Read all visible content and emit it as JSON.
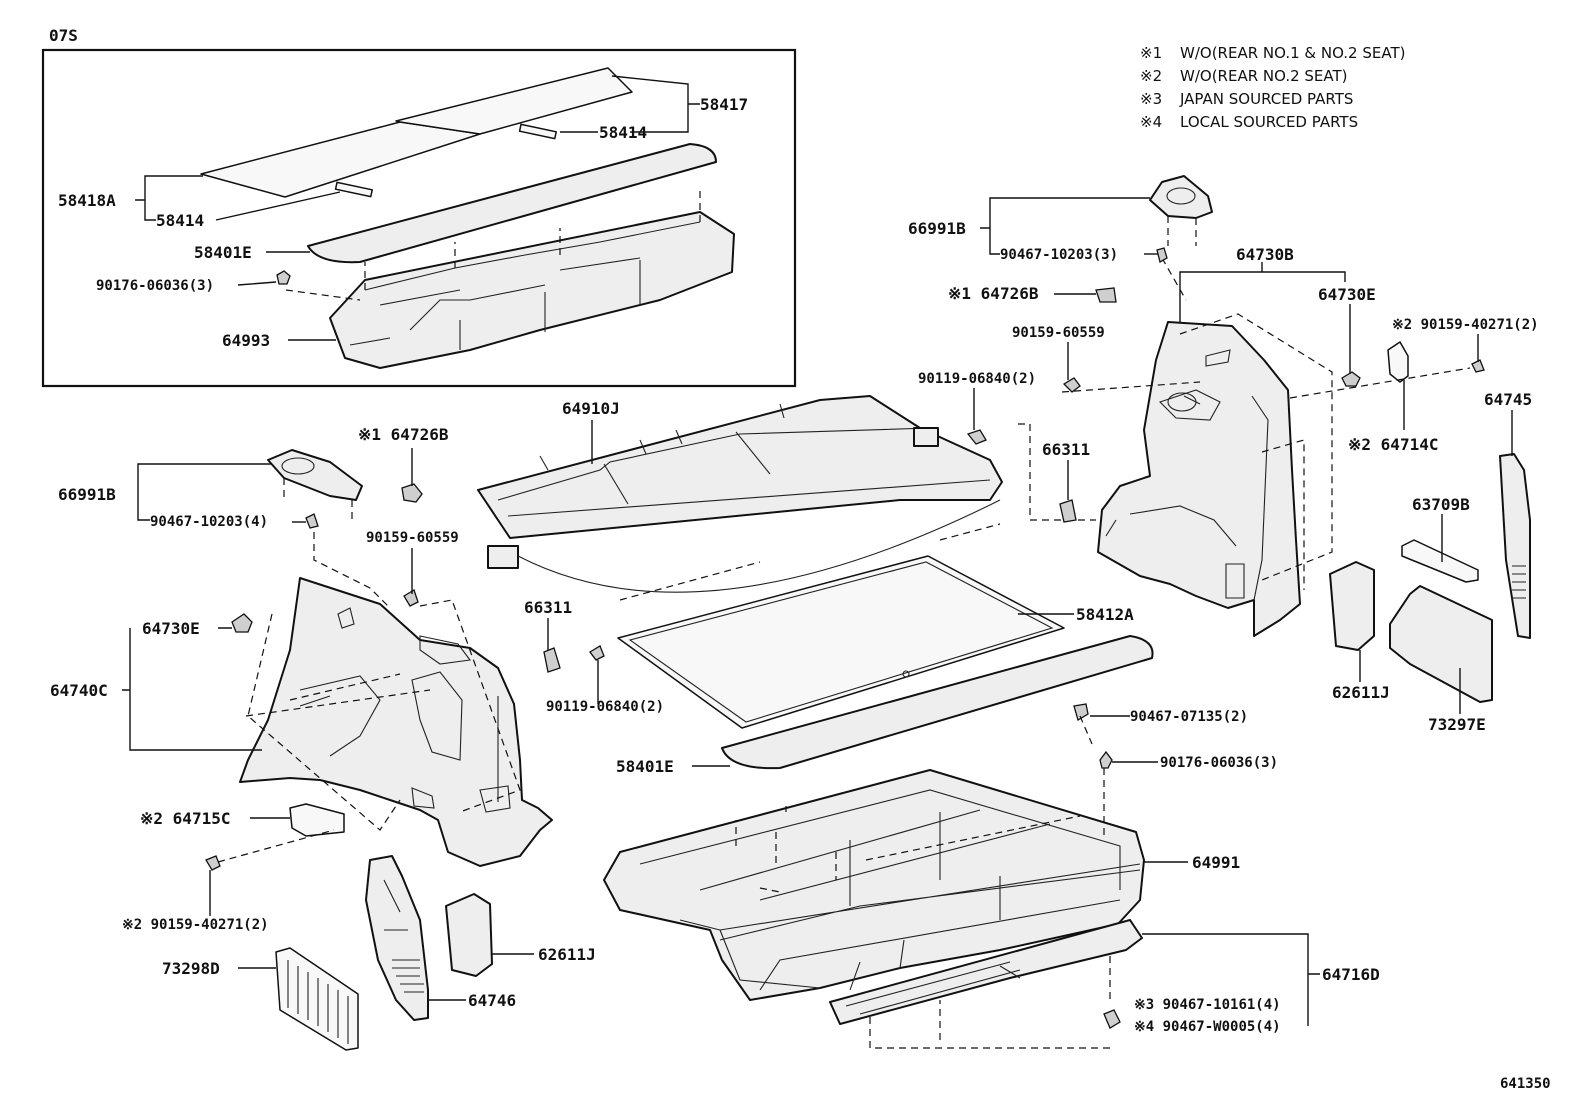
{
  "diagram": {
    "variant_label": "07S",
    "figure_number": "641350",
    "notes": [
      {
        "mark": "※1",
        "text": "W/O(REAR NO.1 & NO.2 SEAT)"
      },
      {
        "mark": "※2",
        "text": "W/O(REAR NO.2 SEAT)"
      },
      {
        "mark": "※3",
        "text": "JAPAN SOURCED PARTS"
      },
      {
        "mark": "※4",
        "text": "LOCAL SOURCED PARTS"
      }
    ],
    "inset_labels": {
      "p58417": "58417",
      "p58414_a": "58414",
      "p58418a": "58418A",
      "p58414_b": "58414",
      "p58401e": "58401E",
      "p90176": "90176-06036(3)",
      "p64993": "64993"
    },
    "labels": {
      "p66991b_r": "66991B",
      "p90467_10203_3": "90467-10203(3)",
      "p64730b": "64730B",
      "p64726b_r": "※1 64726B",
      "p64730e_r": "64730E",
      "p90159_40271_r": "※2 90159-40271(2)",
      "p90159_60559_r": "90159-60559",
      "p90119_06840_r": "90119-06840(2)",
      "p64745": "64745",
      "p64714c": "※2 64714C",
      "p66311_r": "66311",
      "p63709b": "63709B",
      "p62611j_r": "62611J",
      "p73297e": "73297E",
      "p64910j": "64910J",
      "p64726b_l": "※1 64726B",
      "p66991b_l": "66991B",
      "p90467_10203_4": "90467-10203(4)",
      "p90159_60559_l": "90159-60559",
      "p64730e_l": "64730E",
      "p64740c": "64740C",
      "p66311_l": "66311",
      "p90119_06840_l": "90119-06840(2)",
      "p58412a": "58412A",
      "p90467_07135": "90467-07135(2)",
      "p58401e_main": "58401E",
      "p90176_main": "90176-06036(3)",
      "p64715c": "※2 64715C",
      "p90159_40271_l": "※2 90159-40271(2)",
      "p64991": "64991",
      "p73298d": "73298D",
      "p62611j_l": "62611J",
      "p64746": "64746",
      "p64716d": "64716D",
      "p90467_10161": "※3 90467-10161(4)",
      "p90467_w0005": "※4 90467-W0005(4)"
    }
  }
}
